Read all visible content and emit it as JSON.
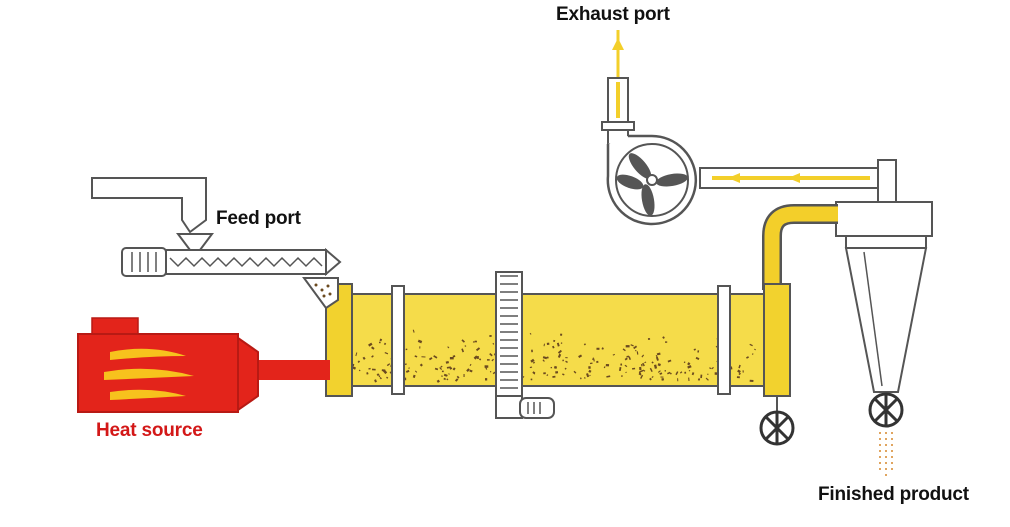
{
  "labels": {
    "exhaust_port": "Exhaust port",
    "feed_port": "Feed port",
    "heat_source": "Heat source",
    "finished_product": "Finished product"
  },
  "colors": {
    "drum_yellow": "#f2d22e",
    "drum_fill": "#f5dc4a",
    "heater_red": "#e3241b",
    "heater_dark": "#b81a14",
    "flame": "#f7c21d",
    "outline": "#555555",
    "pipe_yellow": "#f3cf2a",
    "heat_label": "#d31818"
  },
  "icons": [
    "fan-icon",
    "valve-icon",
    "motor-icon",
    "flame-icon"
  ]
}
